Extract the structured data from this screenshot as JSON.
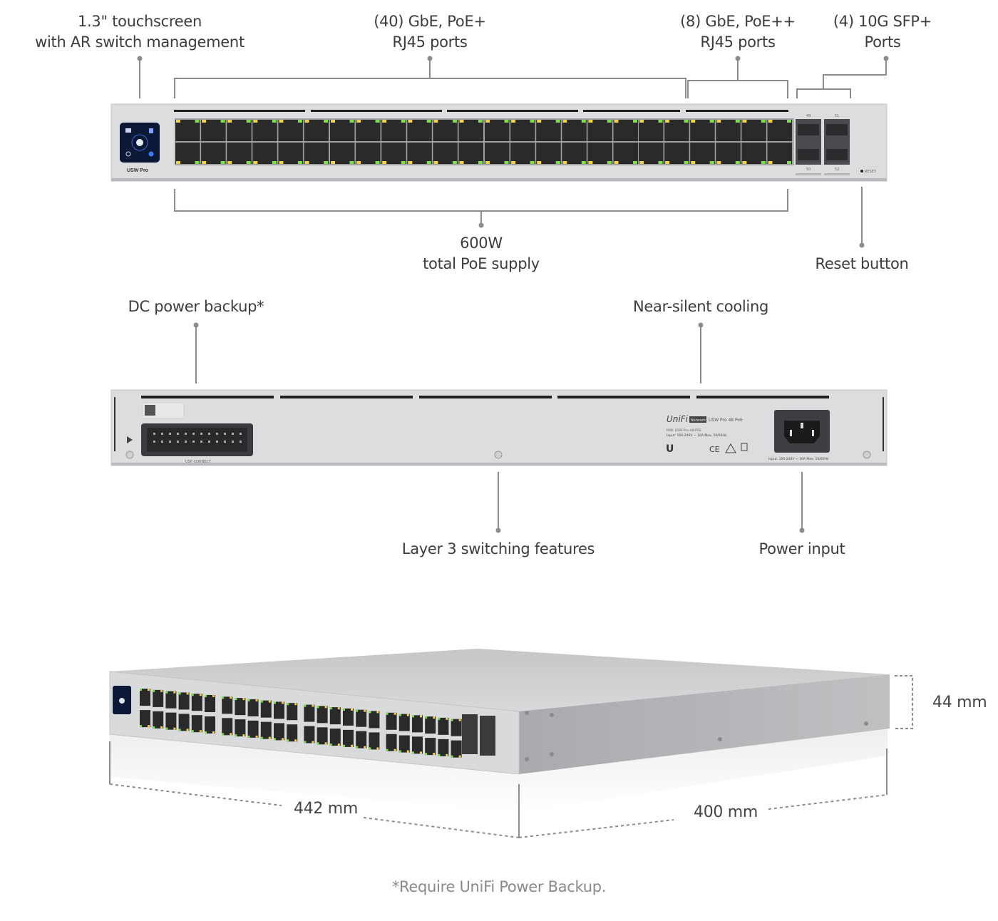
{
  "product": {
    "model_label_front": "USW Pro",
    "model_label_back": "USW Pro 48 PoE",
    "brand": "UniFi",
    "brand_badge": "Network",
    "model_number": "M/N: USW-Pro-48-POE",
    "rating": "Input: 100-240V ~ 10A Max, 50/60Hz",
    "usp_connect_label": "USP CONNECT",
    "reset_label": "RESET"
  },
  "front_view": {
    "callouts_top": [
      {
        "id": "touchscreen",
        "lines": [
          "1.3\" touchscreen",
          "with AR switch management"
        ]
      },
      {
        "id": "poe-plus-ports",
        "lines": [
          "(40) GbE, PoE+",
          "RJ45 ports"
        ]
      },
      {
        "id": "poe-plusplus-ports",
        "lines": [
          "(8) GbE, PoE++",
          "RJ45 ports"
        ]
      },
      {
        "id": "sfp-ports",
        "lines": [
          "(4) 10G SFP+",
          "Ports"
        ]
      }
    ],
    "callouts_bottom": [
      {
        "id": "poe-supply",
        "lines": [
          "600W",
          "total PoE supply"
        ]
      },
      {
        "id": "reset-button",
        "lines": [
          "Reset button"
        ]
      }
    ],
    "rj45_port_count": 48,
    "sfp_port_labels": [
      "49",
      "50",
      "51",
      "52"
    ]
  },
  "rear_view": {
    "callouts_top": [
      {
        "id": "dc-power-backup",
        "lines": [
          "DC power backup*"
        ]
      },
      {
        "id": "cooling",
        "lines": [
          "Near-silent cooling"
        ]
      }
    ],
    "callouts_bottom": [
      {
        "id": "layer3",
        "lines": [
          "Layer 3 switching features"
        ]
      },
      {
        "id": "power-input",
        "lines": [
          "Power input"
        ]
      }
    ]
  },
  "dimensions": {
    "width": "442 mm",
    "depth": "400 mm",
    "height": "44 mm"
  },
  "footnote": "*Require UniFi Power Backup.",
  "colors": {
    "chassis": "#d9dadc",
    "port_dark": "#2a2a2a",
    "led_amber": "#f2d24b",
    "led_green": "#7be04a",
    "screen": "#0d1836",
    "leader_line": "#8c8c8c"
  }
}
